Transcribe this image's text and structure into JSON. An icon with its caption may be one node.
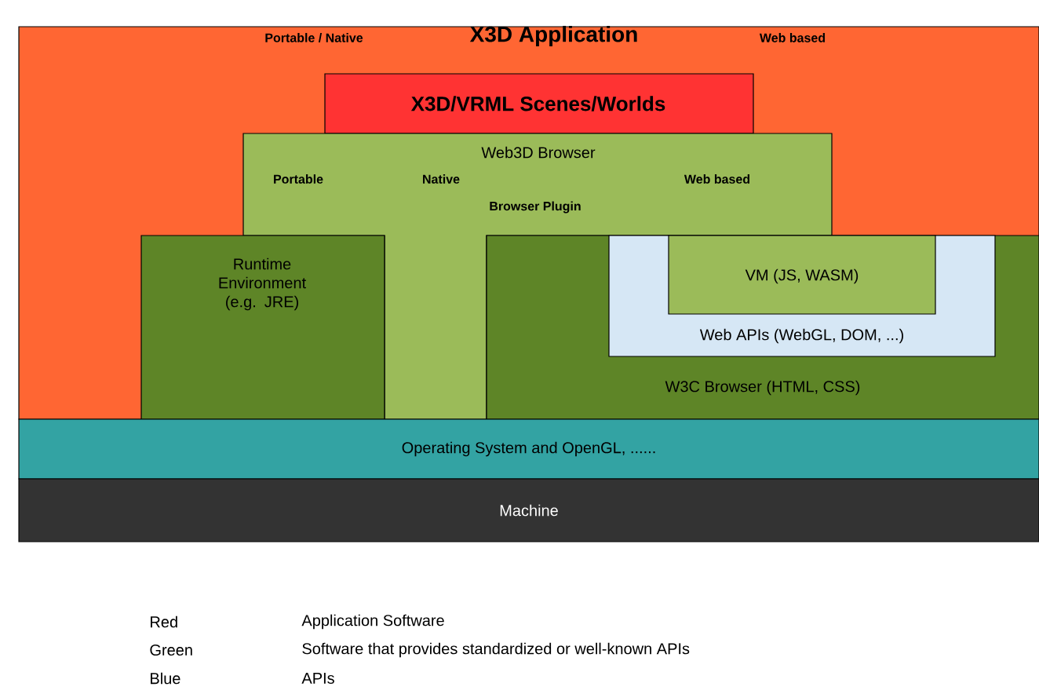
{
  "diagram": {
    "nodes": [
      {
        "text": [
          "Portable / Native",
          "X3D Application",
          "Web based"
        ]
      },
      {
        "text": [
          "X3D/VRML Scenes/Worlds"
        ],
        "in": 0
      },
      {
        "text": [
          "Web3D Browser",
          "Portable",
          "Native",
          "Web based",
          "Browser Plugin"
        ],
        "in": 0
      },
      {
        "text": [
          "Runtime Environment (e.g. JRE)"
        ],
        "in": 0
      },
      {
        "text": [
          "W3C Browser (HTML, CSS)"
        ],
        "in": 0
      },
      {
        "text": [
          "Web APIs (WebGL, DOM, ...)"
        ],
        "in": 4
      },
      {
        "text": [
          "VM (JS, WASM)"
        ],
        "in": 5
      },
      {
        "text": [
          "Operating System and OpenGL, ......"
        ]
      },
      {
        "text": [
          "Machine"
        ]
      }
    ],
    "edges": [],
    "labels": [
      "Red",
      "Application Software",
      "Green",
      "Software that provides standardized or well-known APIs",
      "Blue",
      "APIs"
    ]
  }
}
